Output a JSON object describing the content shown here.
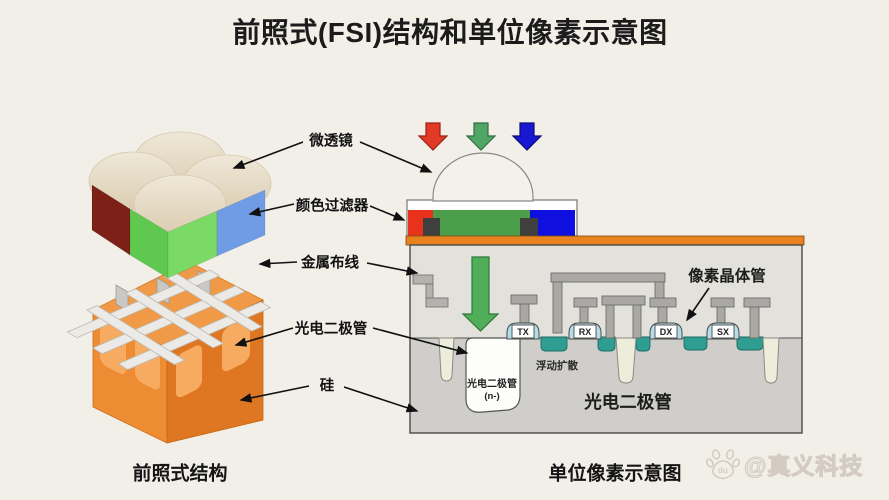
{
  "title": "前照式(FSI)结构和单位像素示意图",
  "layer_labels": {
    "microlens": "微透镜",
    "color_filter": "颜色过滤器",
    "metal_wiring": "金属布线",
    "photodiode": "光电二极管",
    "silicon": "硅"
  },
  "left_panel": {
    "caption": "前照式结构"
  },
  "right_panel": {
    "caption": "单位像素示意图",
    "gates": [
      "TX",
      "RX",
      "DX",
      "SX"
    ],
    "photodiode_n": {
      "line1": "光电二极管",
      "line2": "(n-)"
    },
    "floating_diffusion_label": "浮动扩散",
    "photodiode_region_label": "光电二极管",
    "pixel_transistor_label": "像素晶体管"
  },
  "watermark": {
    "text": "@真义科技",
    "icon": "paw-icon",
    "icon_text": "du"
  },
  "colors": {
    "background": "#f2efe9",
    "filter_red": "#e8321c",
    "filter_green": "#4a9e4a",
    "filter_blue": "#0f0fe0",
    "arrow_red": "#e13a26",
    "arrow_green": "#50a765",
    "arrow_blue": "#1818d2",
    "silicon_orange": "#ee8c34",
    "oxide_gray": "#e2e1dc",
    "substrate_gray": "#cfceca",
    "diffusion_teal": "#2f9d92",
    "gate_blue": "#b5dcea",
    "lens_cream": "#e8decb"
  }
}
